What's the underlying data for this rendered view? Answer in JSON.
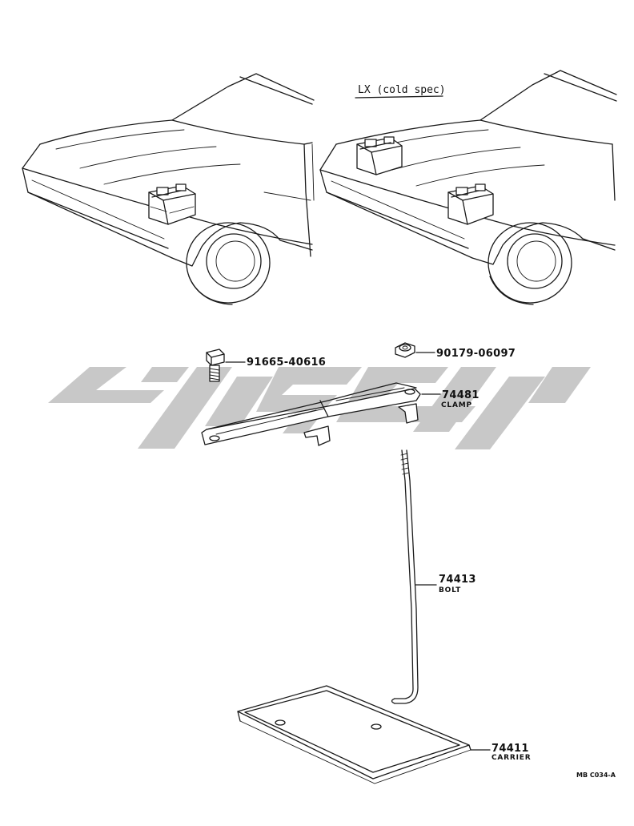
{
  "variant_label": "LX (cold spec)",
  "parts": [
    {
      "id": "bolt_small",
      "number": "91665-40616",
      "name": ""
    },
    {
      "id": "nut",
      "number": "90179-06097",
      "name": ""
    },
    {
      "id": "clamp",
      "number": "74481",
      "name": "CLAMP"
    },
    {
      "id": "bolt",
      "number": "74413",
      "name": "BOLT"
    },
    {
      "id": "carrier",
      "number": "74411",
      "name": "CARRIER"
    }
  ],
  "drawing_code": "MB C034-A",
  "watermark": {
    "color": "#c8c8c8"
  },
  "colors": {
    "line": "#1a1a1a",
    "background": "#ffffff"
  }
}
